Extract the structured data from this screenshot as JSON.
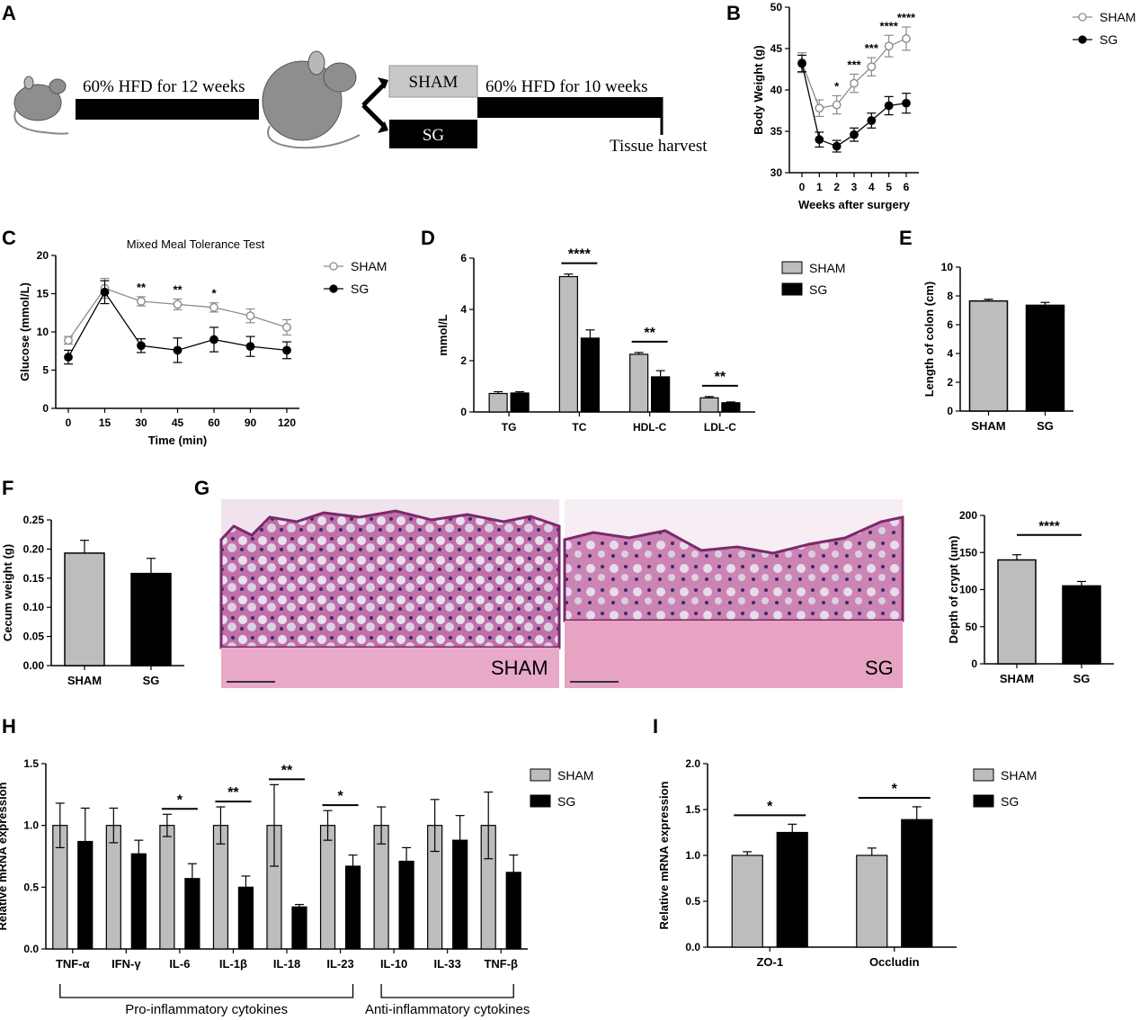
{
  "panels": {
    "A": "A",
    "B": "B",
    "C": "C",
    "D": "D",
    "E": "E",
    "F": "F",
    "G": "G",
    "H": "H",
    "I": "I"
  },
  "schematic": {
    "hfd12": "60% HFD for 12 weeks",
    "hfd10": "60% HFD for 10 weeks",
    "sham": "SHAM",
    "sg": "SG",
    "harvest": "Tissue harvest"
  },
  "colors": {
    "sham_fill": "#bdbdbd",
    "sham_line": "#8c8c8c",
    "sg": "#000000"
  },
  "histology": {
    "left_label": "SHAM",
    "right_label": "SG"
  },
  "chart_data": [
    {
      "panel": "B",
      "type": "line",
      "title": "",
      "xlabel": "Weeks after surgery",
      "ylabel": "Body Weight (g)",
      "x": [
        0,
        1,
        2,
        3,
        4,
        5,
        6
      ],
      "xticks": [
        "0",
        "1",
        "2",
        "3",
        "4",
        "5",
        "6"
      ],
      "ylim": [
        30,
        50
      ],
      "yticks": [
        "30",
        "35",
        "40",
        "45",
        "50"
      ],
      "legend_position": "top-right",
      "series": [
        {
          "name": "SHAM",
          "values": [
            43.3,
            37.8,
            38.2,
            40.8,
            42.8,
            45.3,
            46.2
          ],
          "err": [
            1.2,
            1.0,
            1.1,
            1.1,
            1.1,
            1.3,
            1.4
          ]
        },
        {
          "name": "SG",
          "values": [
            43.2,
            34.0,
            33.2,
            34.6,
            36.3,
            38.1,
            38.4
          ],
          "err": [
            1.0,
            0.9,
            0.7,
            0.8,
            0.9,
            1.1,
            1.2
          ]
        }
      ],
      "significance": [
        {
          "x": 2,
          "label": "*"
        },
        {
          "x": 3,
          "label": "***"
        },
        {
          "x": 4,
          "label": "***"
        },
        {
          "x": 5,
          "label": "****"
        },
        {
          "x": 6,
          "label": "****"
        }
      ]
    },
    {
      "panel": "C",
      "type": "line",
      "title": "Mixed Meal Tolerance Test",
      "xlabel": "Time (min)",
      "ylabel": "Glucose (mmol/L)",
      "x": [
        0,
        15,
        30,
        45,
        60,
        90,
        120
      ],
      "xticks": [
        "0",
        "15",
        "30",
        "45",
        "60",
        "90",
        "120"
      ],
      "ylim": [
        0,
        20
      ],
      "yticks": [
        "0",
        "5",
        "10",
        "15",
        "20"
      ],
      "legend_position": "top-right",
      "series": [
        {
          "name": "SHAM",
          "values": [
            8.9,
            15.7,
            14.0,
            13.6,
            13.2,
            12.1,
            10.6
          ],
          "err": [
            0.5,
            1.3,
            0.6,
            0.7,
            0.6,
            0.9,
            1.0
          ]
        },
        {
          "name": "SG",
          "values": [
            6.7,
            15.2,
            8.2,
            7.6,
            9.0,
            8.1,
            7.6
          ],
          "err": [
            0.9,
            1.5,
            0.9,
            1.6,
            1.6,
            1.3,
            1.1
          ]
        }
      ],
      "significance": [
        {
          "x": 30,
          "label": "**"
        },
        {
          "x": 45,
          "label": "**"
        },
        {
          "x": 60,
          "label": "*"
        }
      ]
    },
    {
      "panel": "D",
      "type": "bar",
      "title": "",
      "xlabel": "",
      "ylabel": "mmol/L",
      "categories": [
        "TG",
        "TC",
        "HDL-C",
        "LDL-C"
      ],
      "ylim": [
        0,
        6
      ],
      "yticks": [
        "0",
        "2",
        "4",
        "6"
      ],
      "legend_position": "top-right",
      "series": [
        {
          "name": "SHAM",
          "values": [
            0.72,
            5.28,
            2.25,
            0.55
          ],
          "err": [
            0.07,
            0.1,
            0.07,
            0.05
          ]
        },
        {
          "name": "SG",
          "values": [
            0.74,
            2.88,
            1.37,
            0.36
          ],
          "err": [
            0.05,
            0.32,
            0.24,
            0.03
          ]
        }
      ],
      "significance": [
        {
          "category": 1,
          "label": "****"
        },
        {
          "category": 2,
          "label": "**"
        },
        {
          "category": 3,
          "label": "**"
        }
      ]
    },
    {
      "panel": "E",
      "type": "bar",
      "title": "",
      "xlabel": "",
      "ylabel": "Length of colon (cm)",
      "categories": [
        "SHAM",
        "SG"
      ],
      "ylim": [
        0,
        10
      ],
      "yticks": [
        "0",
        "2",
        "4",
        "6",
        "8",
        "10"
      ],
      "values": [
        7.65,
        7.35
      ],
      "err": [
        0.12,
        0.2
      ]
    },
    {
      "panel": "F",
      "type": "bar",
      "title": "",
      "xlabel": "",
      "ylabel": "Cecum weight (g)",
      "categories": [
        "SHAM",
        "SG"
      ],
      "ylim": [
        0,
        0.25
      ],
      "yticks": [
        "0.00",
        "0.05",
        "0.10",
        "0.15",
        "0.20",
        "0.25"
      ],
      "values": [
        0.193,
        0.158
      ],
      "err": [
        0.022,
        0.026
      ]
    },
    {
      "panel": "G",
      "type": "bar",
      "title": "",
      "xlabel": "",
      "ylabel": "Depth of crypt (um)",
      "categories": [
        "SHAM",
        "SG"
      ],
      "ylim": [
        0,
        200
      ],
      "yticks": [
        "0",
        "50",
        "100",
        "150",
        "200"
      ],
      "values": [
        140,
        105
      ],
      "err": [
        7,
        6
      ],
      "significance": [
        {
          "label": "****"
        }
      ]
    },
    {
      "panel": "H",
      "type": "bar",
      "title": "",
      "xlabel": "",
      "ylabel": "Relative mRNA expression",
      "categories": [
        "TNF-α",
        "IFN-γ",
        "IL-6",
        "IL-1β",
        "IL-18",
        "IL-23",
        "IL-10",
        "IL-33",
        "TNF-β"
      ],
      "ylim": [
        0,
        1.5
      ],
      "yticks": [
        "0.0",
        "0.5",
        "1.0",
        "1.5"
      ],
      "legend_position": "top-right",
      "series": [
        {
          "name": "SHAM",
          "values": [
            1.0,
            1.0,
            1.0,
            1.0,
            1.0,
            1.0,
            1.0,
            1.0,
            1.0
          ],
          "err": [
            0.18,
            0.14,
            0.09,
            0.15,
            0.33,
            0.12,
            0.15,
            0.21,
            0.27
          ]
        },
        {
          "name": "SG",
          "values": [
            0.87,
            0.77,
            0.57,
            0.5,
            0.34,
            0.67,
            0.71,
            0.88,
            0.62
          ],
          "err": [
            0.27,
            0.11,
            0.12,
            0.09,
            0.02,
            0.09,
            0.11,
            0.2,
            0.14
          ]
        }
      ],
      "significance": [
        {
          "category": 2,
          "label": "*"
        },
        {
          "category": 3,
          "label": "**"
        },
        {
          "category": 4,
          "label": "**"
        },
        {
          "category": 5,
          "label": "*"
        }
      ],
      "groups": [
        {
          "label": "Pro-inflammatory cytokines",
          "from": 0,
          "to": 5
        },
        {
          "label": "Anti-inflammatory cytokines",
          "from": 6,
          "to": 8
        }
      ]
    },
    {
      "panel": "I",
      "type": "bar",
      "title": "",
      "xlabel": "",
      "ylabel": "Relative mRNA expression",
      "categories": [
        "ZO-1",
        "Occludin"
      ],
      "ylim": [
        0,
        2
      ],
      "yticks": [
        "0.0",
        "0.5",
        "1.0",
        "1.5",
        "2.0"
      ],
      "legend_position": "top-right",
      "series": [
        {
          "name": "SHAM",
          "values": [
            1.0,
            1.0
          ],
          "err": [
            0.04,
            0.08
          ]
        },
        {
          "name": "SG",
          "values": [
            1.25,
            1.39
          ],
          "err": [
            0.09,
            0.14
          ]
        }
      ],
      "significance": [
        {
          "category": 0,
          "label": "*"
        },
        {
          "category": 1,
          "label": "*"
        }
      ]
    }
  ]
}
